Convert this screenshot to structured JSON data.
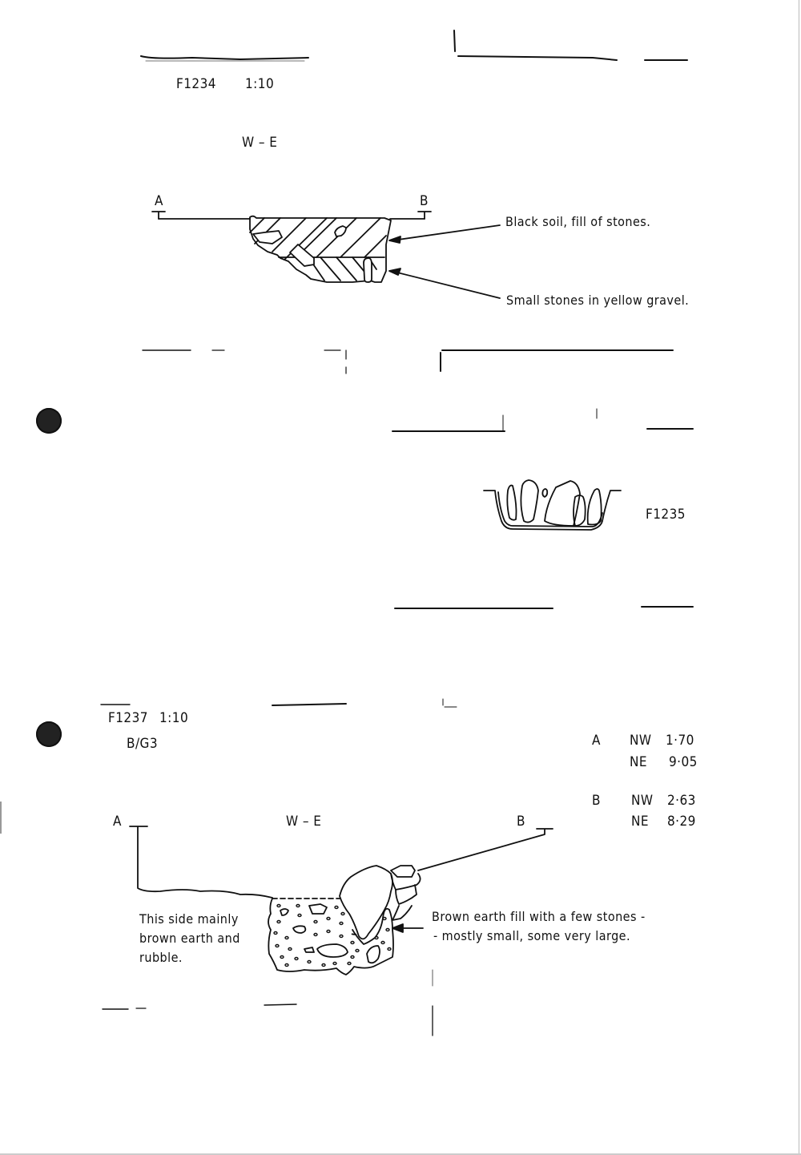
{
  "section_f1234": {
    "feature_id": "F1234",
    "scale": "1:10",
    "orientation": "W – E",
    "point_a": "A",
    "point_b": "B",
    "annotations": [
      "Black soil, fill of stones.",
      "Small stones in yellow gravel."
    ]
  },
  "section_f1235": {
    "feature_id": "F1235"
  },
  "section_f1237": {
    "feature_id": "F1237",
    "scale": "1:10",
    "grid_ref": "B/G3",
    "orientation": "W – E",
    "point_a": "A",
    "point_b": "B",
    "annotation_left": "This side mainly\nbrown earth and\nrubble.",
    "annotation_right_line1": "Brown earth fill with a few stones -",
    "annotation_right_line2": "- mostly small, some very large.",
    "levels": [
      {
        "point": "A",
        "rows": [
          {
            "dir": "NW",
            "value": "1·70"
          },
          {
            "dir": "NE",
            "value": "9·05"
          }
        ]
      },
      {
        "point": "B",
        "rows": [
          {
            "dir": "NW",
            "value": "2·63"
          },
          {
            "dir": "NE",
            "value": "8·29"
          }
        ]
      }
    ]
  },
  "colors": {
    "ink": "#111111",
    "paper": "#ffffff",
    "punch_hole": "#222222"
  }
}
